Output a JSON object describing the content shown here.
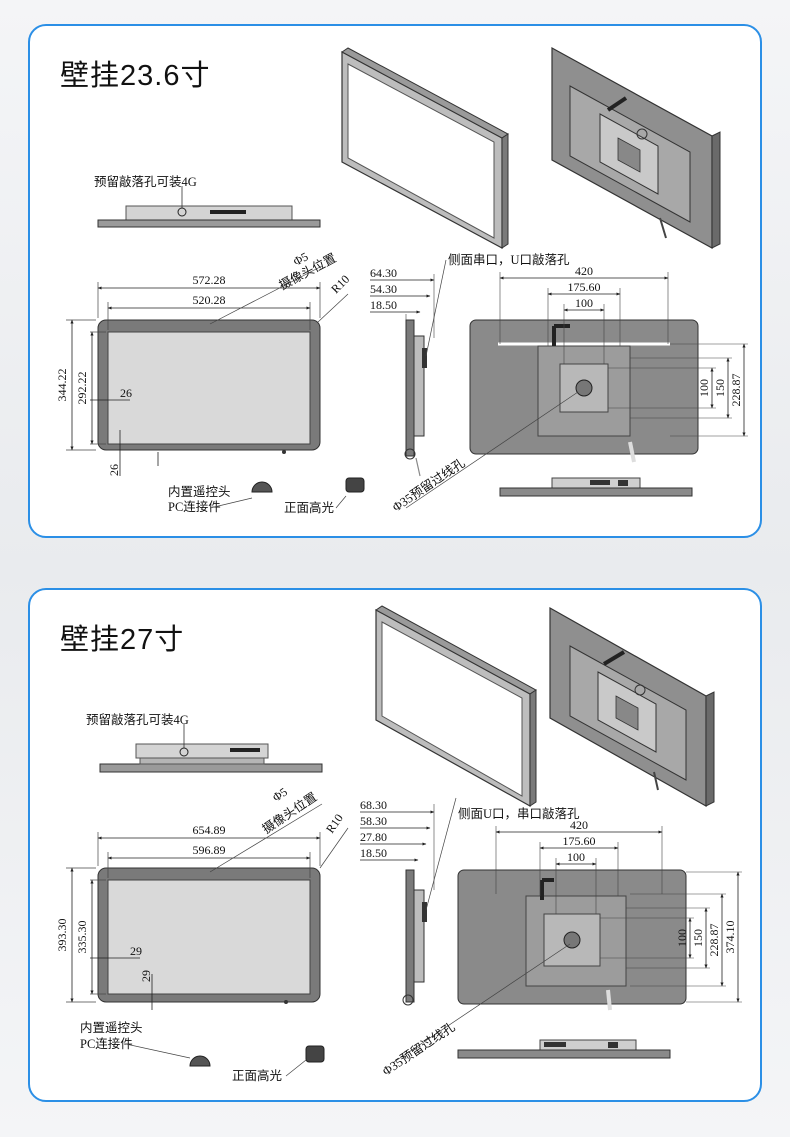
{
  "colors": {
    "panel_border": "#2b8fe6",
    "bezel": "#6e6e6e",
    "screen": "#d9d9d9",
    "back_panel": "#8a8a8a"
  },
  "models": [
    {
      "title": "壁挂23.6寸",
      "top_view_label": "预留敲落孔可装4G",
      "camera_label_1": "Φ5",
      "camera_label_2": "摄像头位置",
      "radius_label": "R10",
      "dim_outer_w": "572.28",
      "dim_inner_w": "520.28",
      "dim_outer_h": "344.22",
      "dim_inner_h": "292.22",
      "dim_border_x": "26",
      "dim_border_y": "26",
      "remote_label": "内置遥控头",
      "pc_label": "PC连接件",
      "highlight_label": "正面高光",
      "side_label": "侧面串口，U口敲落孔",
      "side_dims": [
        "64.30",
        "54.30",
        "18.50"
      ],
      "vesa_w": "420",
      "vesa_m": "175.60",
      "vesa_s": "100",
      "vesa_h": [
        "100",
        "150",
        "228.87"
      ],
      "hole_label": "Φ35预留过线孔"
    },
    {
      "title": "壁挂27寸",
      "top_view_label": "预留敲落孔可装4G",
      "camera_label_1": "Φ5",
      "camera_label_2": "摄像头位置",
      "radius_label": "R10",
      "dim_outer_w": "654.89",
      "dim_inner_w": "596.89",
      "dim_outer_h": "393.30",
      "dim_inner_h": "335.30",
      "dim_border_x": "29",
      "dim_border_y": "29",
      "remote_label": "内置遥控头",
      "pc_label": "PC连接件",
      "highlight_label": "正面高光",
      "side_label": "侧面U口，串口敲落孔",
      "side_dims": [
        "68.30",
        "58.30",
        "27.80",
        "18.50"
      ],
      "vesa_w": "420",
      "vesa_m": "175.60",
      "vesa_s": "100",
      "vesa_h": [
        "100",
        "150",
        "228.87",
        "374.10"
      ],
      "hole_label": "Φ35预留过线孔"
    }
  ]
}
